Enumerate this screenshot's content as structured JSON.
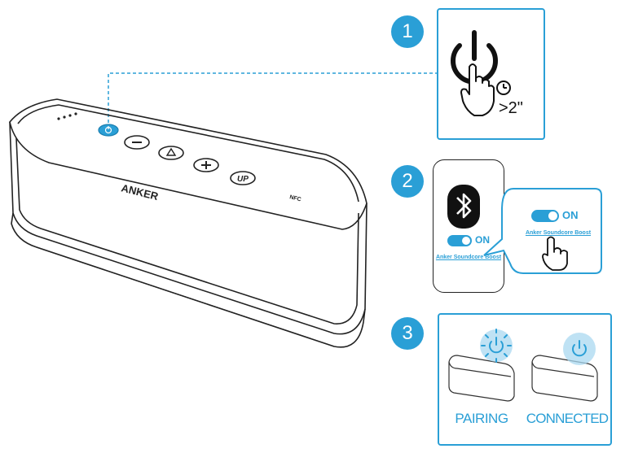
{
  "accent": "#2a9fd6",
  "speaker": {
    "brand": "ANKER",
    "nfc_label": "NFC",
    "buttons": [
      "power-icon",
      "minus-icon",
      "play-pause-icon",
      "plus-icon",
      "bass-up-icon"
    ]
  },
  "steps": [
    {
      "number": "1",
      "icons": [
        "power-icon",
        "hand-press-icon",
        "clock-icon"
      ],
      "hold_time": ">2\""
    },
    {
      "number": "2",
      "icons": [
        "bluetooth-icon",
        "hand-tap-icon"
      ],
      "toggle_label": "ON",
      "device_name": "Anker Soundcore Boost"
    },
    {
      "number": "3",
      "states": [
        "PAIRING",
        "CONNECTED"
      ]
    }
  ]
}
